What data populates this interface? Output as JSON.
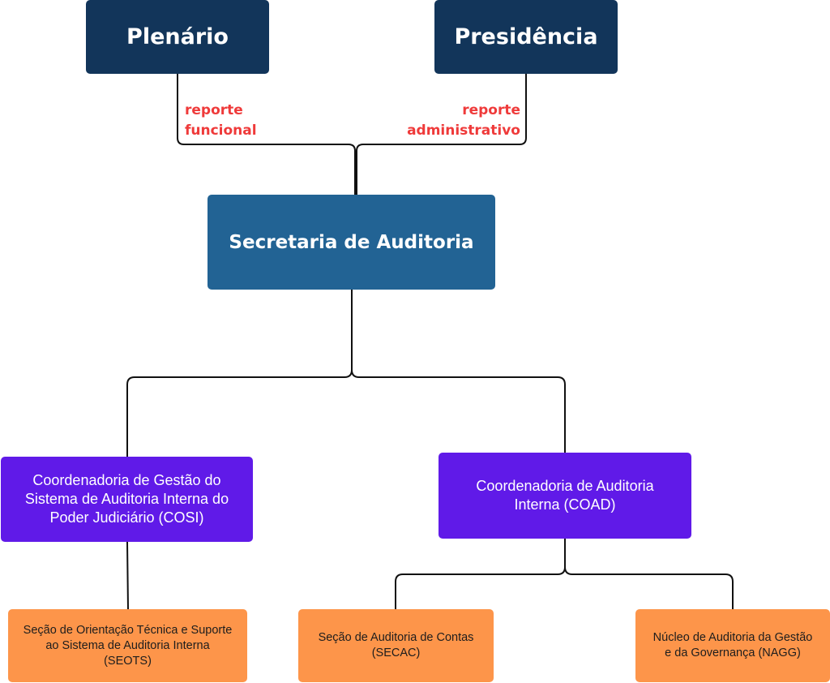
{
  "nodes": {
    "plenario": "Plenário",
    "presidencia": "Presidência",
    "secretaria": "Secretaria de Auditoria",
    "cosi": "Coordenadoria de Gestão do Sistema de Auditoria Interna do Poder Judiciário (COSI)",
    "coad": "Coordenadoria de Auditoria Interna (COAD)",
    "seots": "Seção de Orientação Técnica e Suporte ao Sistema de Auditoria Interna (SEOTS)",
    "secac": "Seção de Auditoria de Contas (SECAC)",
    "nagg": "Núcleo de Auditoria da Gestão e da Governança (NAGG)"
  },
  "edge_labels": {
    "funcional_line1": "reporte",
    "funcional_line2": "funcional",
    "administrativo_line1": "reporte",
    "administrativo_line2": "administrativo"
  },
  "colors": {
    "top_level": "#12355a",
    "secretaria": "#226394",
    "coordenadoria": "#601ae8",
    "secao": "#fd954a",
    "edge_label": "#ef3a3a",
    "connector": "#111111"
  }
}
